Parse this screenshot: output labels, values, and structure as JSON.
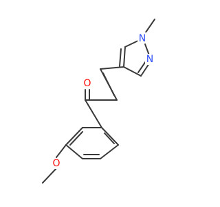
{
  "molecule": {
    "colors": {
      "bond": "#3a3a3a",
      "oxygen": "#ff0d0d",
      "nitrogen": "#3050f8",
      "background": "#ffffff"
    },
    "atoms": {
      "o_carbonyl": {
        "label": "O",
        "element": "oxygen"
      },
      "o_methoxy": {
        "label": "O",
        "element": "oxygen"
      },
      "n_methyl": {
        "label": "N",
        "element": "nitrogen"
      },
      "n_ring": {
        "label": "N",
        "element": "nitrogen"
      }
    }
  }
}
